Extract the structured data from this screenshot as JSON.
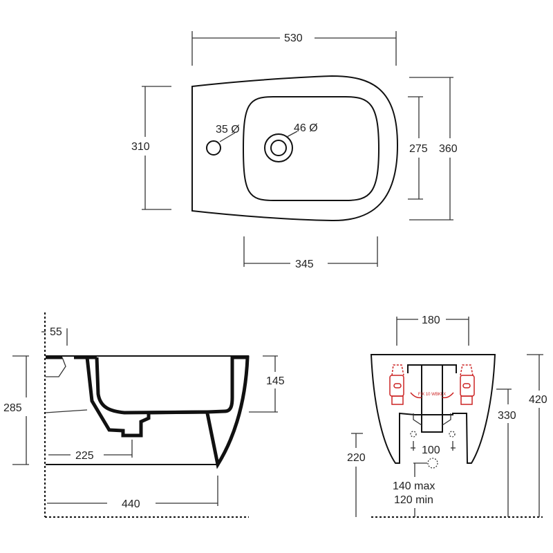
{
  "top_view": {
    "width_overall": "530",
    "depth_overall": "360",
    "depth_side": "310",
    "bowl_depth": "275",
    "bowl_width": "345",
    "tap_hole": "35 Ø",
    "drain_hole": "46 Ø"
  },
  "side_view": {
    "rim_offset": "55",
    "height": "285",
    "bowl_height": "145",
    "drain_distance": "225",
    "projection": "440"
  },
  "rear_view": {
    "fixing_width": "180",
    "height": "420",
    "fixing_height": "330",
    "waste_height": "220",
    "waste_spacing": "100",
    "supply_max": "140 max",
    "supply_min": "120 min",
    "bracket_label": "FIX 10 WBKLX"
  }
}
